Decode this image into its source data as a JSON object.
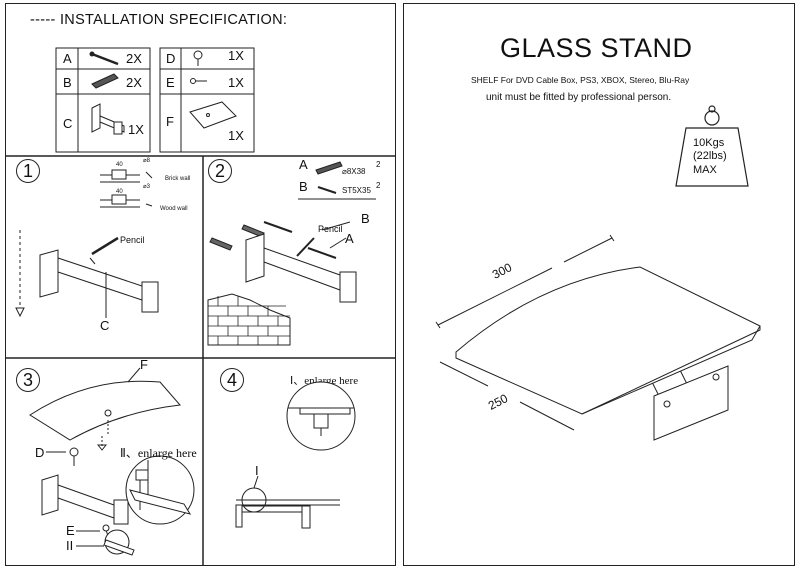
{
  "left_header": "----- INSTALLATION  SPECIFICATION:",
  "parts": [
    {
      "letter": "A",
      "qty": "2X"
    },
    {
      "letter": "B",
      "qty": "2X"
    },
    {
      "letter": "C",
      "qty": "1X"
    },
    {
      "letter": "D",
      "qty": "1X"
    },
    {
      "letter": "E",
      "qty": "1X"
    },
    {
      "letter": "F",
      "qty": "1X"
    }
  ],
  "steps": {
    "s1": {
      "num": "1",
      "dim1": "40",
      "phi1": "⌀8",
      "wall1": "Brick wall",
      "dim2": "40",
      "phi2": "⌀3",
      "wall2": "Wood wall",
      "pencil": "Pencil",
      "part": "C"
    },
    "s2": {
      "num": "2",
      "a_label": "A",
      "a_spec": "⌀8X38",
      "a_qty": "2",
      "b_label": "B",
      "b_spec": "ST5X35",
      "b_qty": "2",
      "pencil": "Pencil",
      "callout_a": "A",
      "callout_b": "B"
    },
    "s3": {
      "num": "3",
      "f": "F",
      "d": "D",
      "enlarge": "Ⅱ、enlarge here",
      "e": "E",
      "ii": "II"
    },
    "s4": {
      "num": "4",
      "enlarge": "Ⅰ、enlarge here",
      "i": "I"
    }
  },
  "right": {
    "title": "GLASS STAND",
    "line1": "SHELF   For DVD   Cable Box, PS3, XBOX, Stereo, Blu-Ray",
    "line2": "unit must be fitted by professional person.",
    "weight1": "10Kgs",
    "weight2": "(22lbs)",
    "weight3": "MAX",
    "dim_top": "300",
    "dim_side": "250"
  }
}
